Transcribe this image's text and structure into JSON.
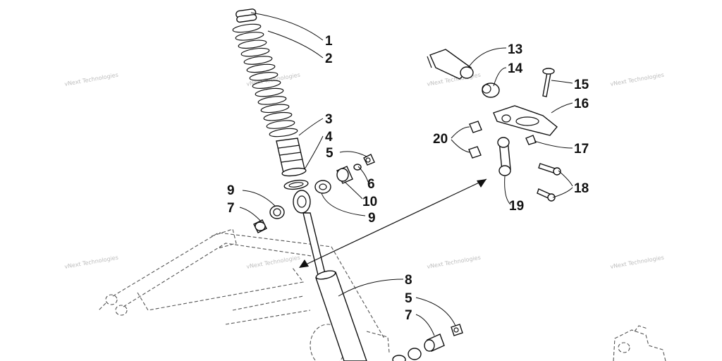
{
  "watermark": {
    "text": "vNext Technologies"
  },
  "callouts": {
    "c1": "1",
    "c2": "2",
    "c3": "3",
    "c4": "4",
    "c5a": "5",
    "c6": "6",
    "c10": "10",
    "c9a": "9",
    "c9b": "9",
    "c7a": "7",
    "c8": "8",
    "c5b": "5",
    "c7b": "7",
    "c13": "13",
    "c14": "14",
    "c15": "15",
    "c16": "16",
    "c17": "17",
    "c18": "18",
    "c19": "19",
    "c20": "20"
  }
}
